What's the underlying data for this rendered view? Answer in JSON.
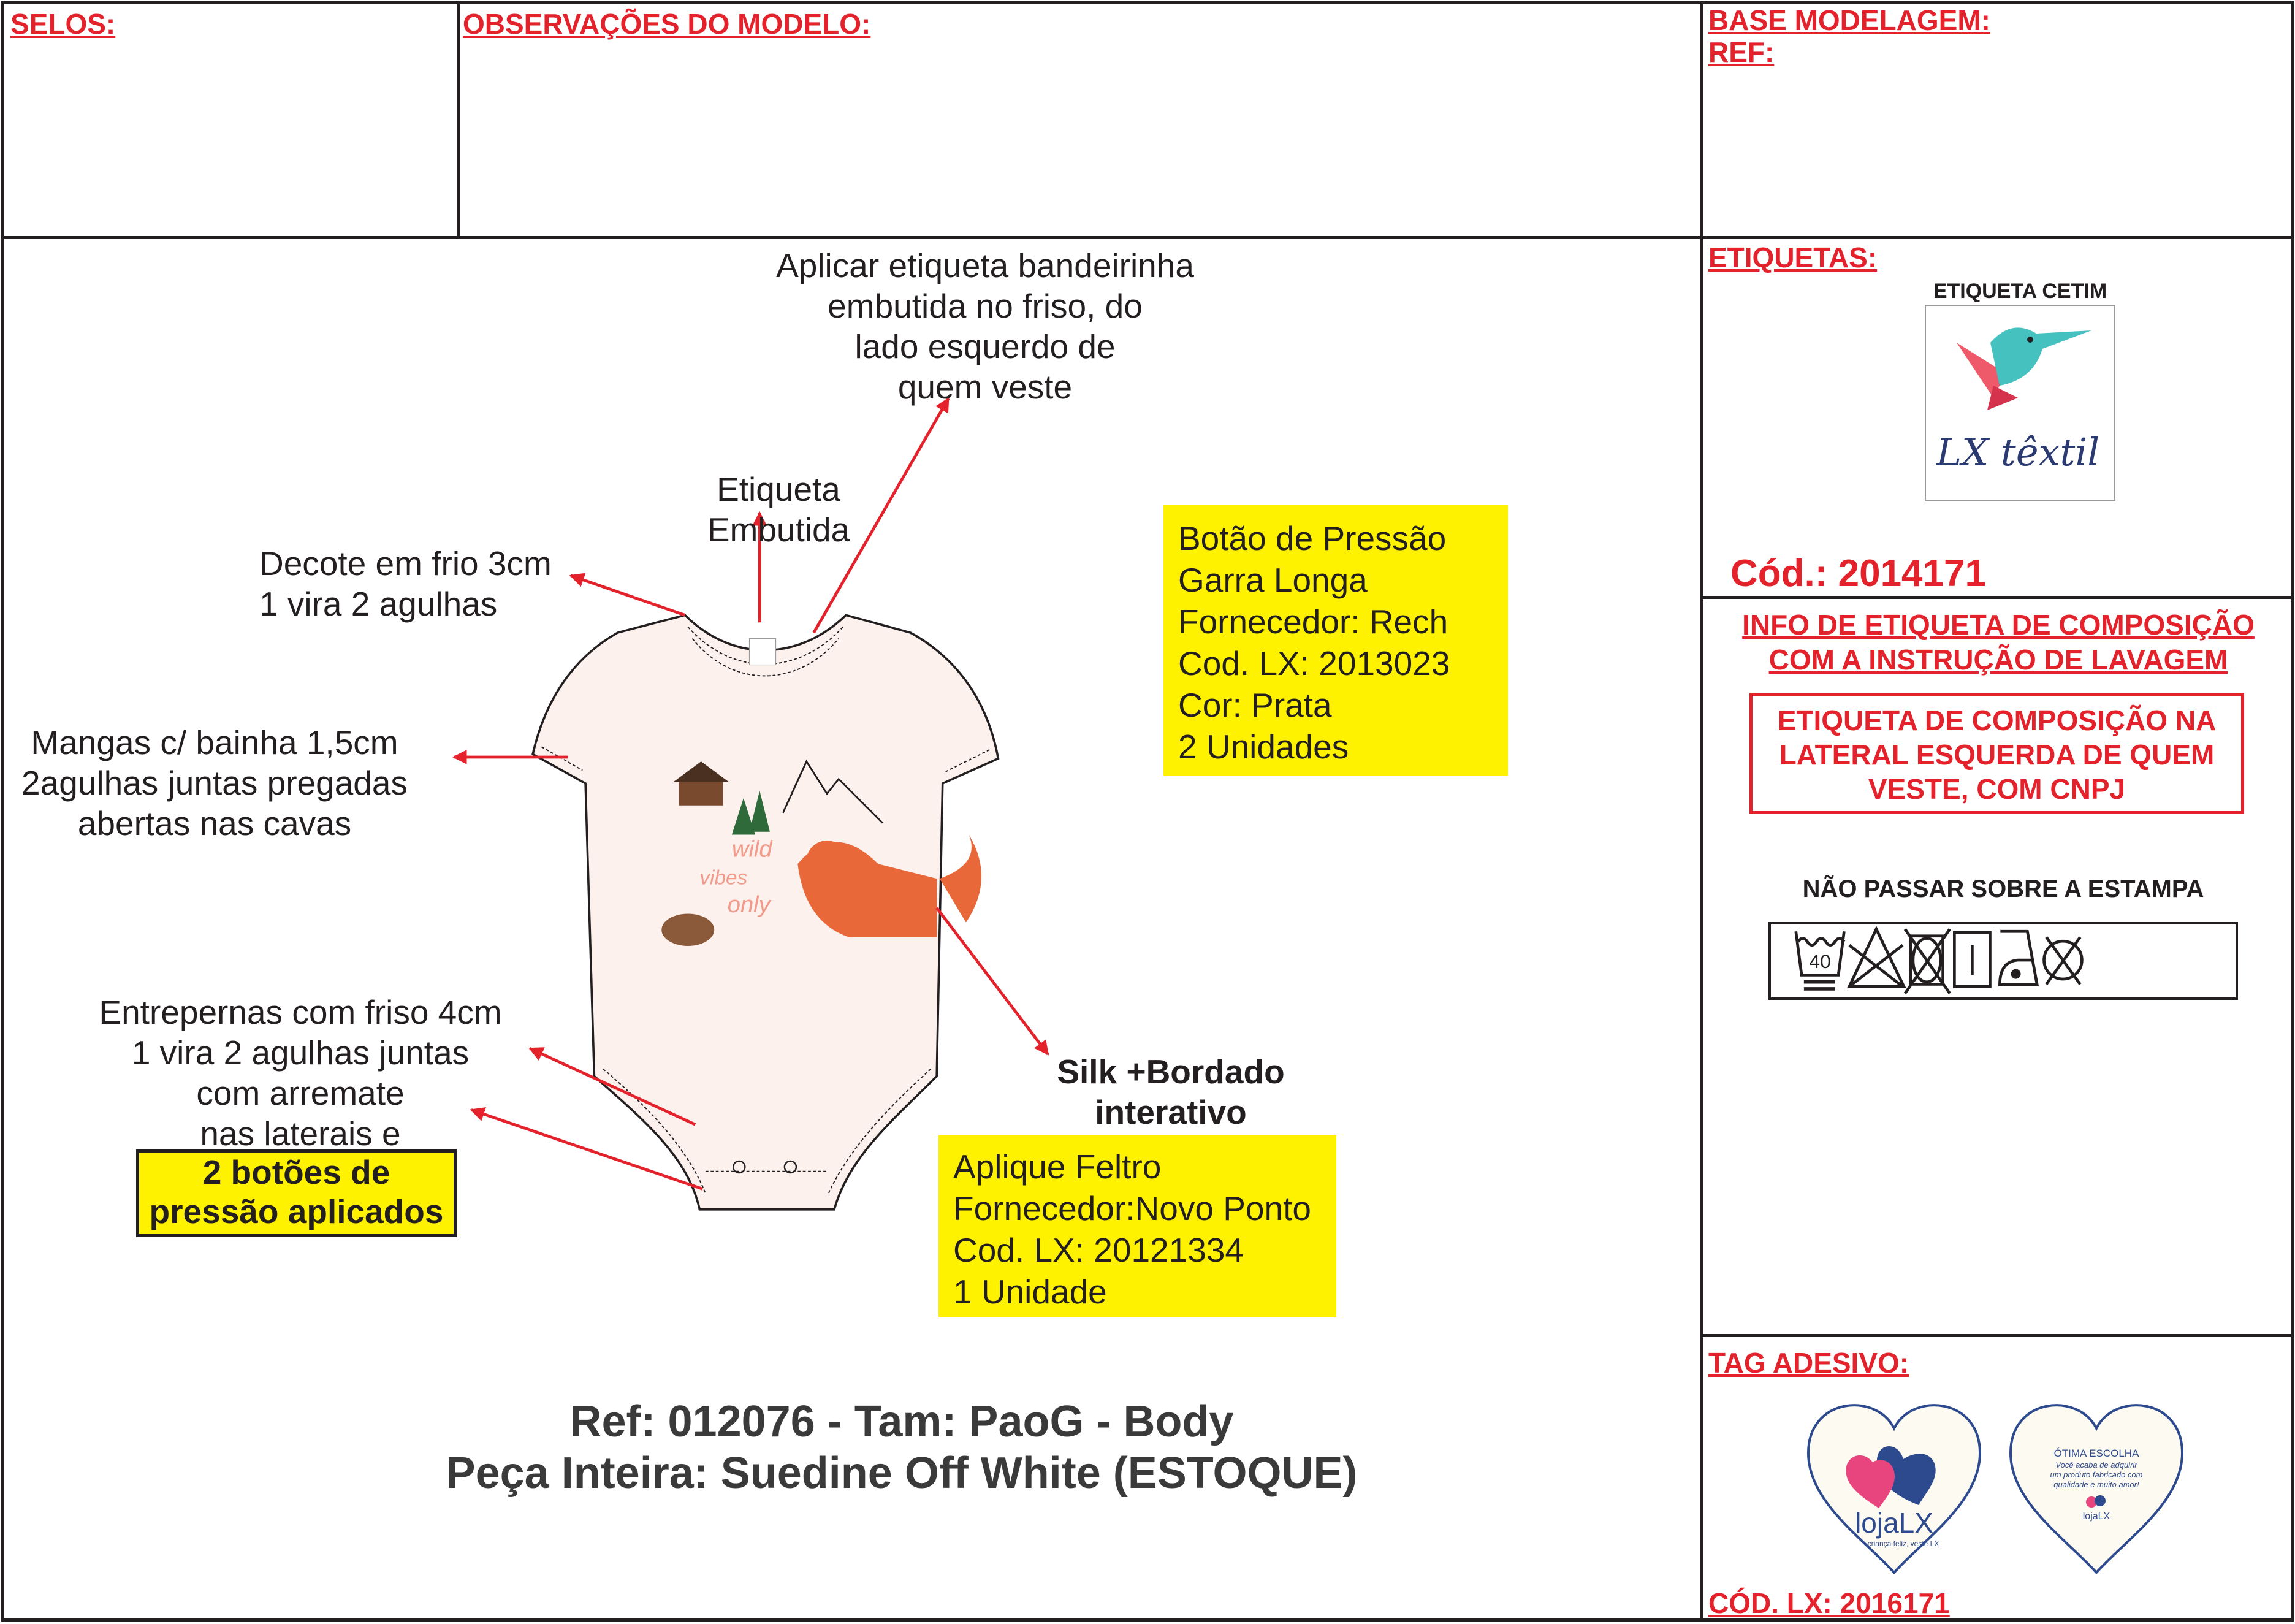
{
  "header": {
    "selos": "SELOS:",
    "observacoes": "OBSERVAÇÕES DO MODELO:",
    "base_modelagem": "BASE MODELAGEM:",
    "ref": "REF:"
  },
  "labels": {
    "title": "ETIQUETAS:",
    "cetim_label": "ETIQUETA CETIM",
    "cetim_logo_text": "LX têxtil",
    "cod": "Cód.: 2014171"
  },
  "composition": {
    "title_lines": [
      "INFO DE ETIQUETA DE COMPOSIÇÃO",
      "COM A INSTRUÇÃO DE LAVAGEM"
    ],
    "box_lines": [
      "ETIQUETA DE COMPOSIÇÃO NA",
      "LATERAL ESQUERDA DE QUEM",
      "VESTE, COM CNPJ"
    ],
    "warning": "NÃO PASSAR SOBRE A ESTAMPA",
    "wash_temp": "40",
    "care_icons": [
      "wash-40-gentle-icon",
      "no-bleach-icon",
      "no-tumble-dry-icon",
      "line-dry-icon",
      "iron-low-icon",
      "no-dry-clean-icon"
    ]
  },
  "tag": {
    "title": "TAG ADESIVO:",
    "front_logo": "lojaLX",
    "front_slogan": "criança feliz, veste LX",
    "back_title": "ÓTIMA ESCOLHA",
    "back_lines": [
      "Você acaba de adquirir",
      "um produto fabricado com",
      "qualidade e muito amor!"
    ],
    "cod": "CÓD. LX: 2016171"
  },
  "annotations": {
    "etiqueta_bandeirinha": [
      "Aplicar etiqueta bandeirinha",
      "embutida no friso, do",
      "lado esquerdo de",
      "quem veste"
    ],
    "etiqueta_embutida": [
      "Etiqueta",
      "Embutida"
    ],
    "decote": [
      "Decote em frio 3cm",
      "1 vira 2 agulhas"
    ],
    "mangas": [
      "Mangas c/ bainha 1,5cm",
      "2agulhas juntas pregadas",
      "abertas nas cavas"
    ],
    "entrepernas": [
      "Entrepernas com friso 4cm",
      "1 vira 2 agulhas juntas",
      "com arremate",
      "nas laterais e"
    ],
    "botoes": [
      "2 botões de",
      "pressão aplicados"
    ],
    "silk": [
      "Silk +Bordado",
      "interativo"
    ]
  },
  "boxes": {
    "botao": [
      "Botão de Pressão",
      "Garra Longa",
      "Fornecedor: Rech",
      "Cod. LX: 2013023",
      "Cor: Prata",
      "2 Unidades"
    ],
    "aplique": [
      "Aplique Feltro",
      "Fornecedor:Novo Ponto",
      "Cod. LX: 20121334",
      "1 Unidade"
    ]
  },
  "print_text": [
    "wild",
    "vibes",
    "only"
  ],
  "footer": {
    "line1": "Ref: 012076 - Tam: PaoG - Body",
    "line2": "Peça Inteira: Suedine Off White (ESTOQUE)"
  },
  "colors": {
    "red": "#e3222c",
    "yellow": "#fff200",
    "navy": "#2e4a8f",
    "pink": "#e8457f",
    "fox": "#e8683a"
  }
}
